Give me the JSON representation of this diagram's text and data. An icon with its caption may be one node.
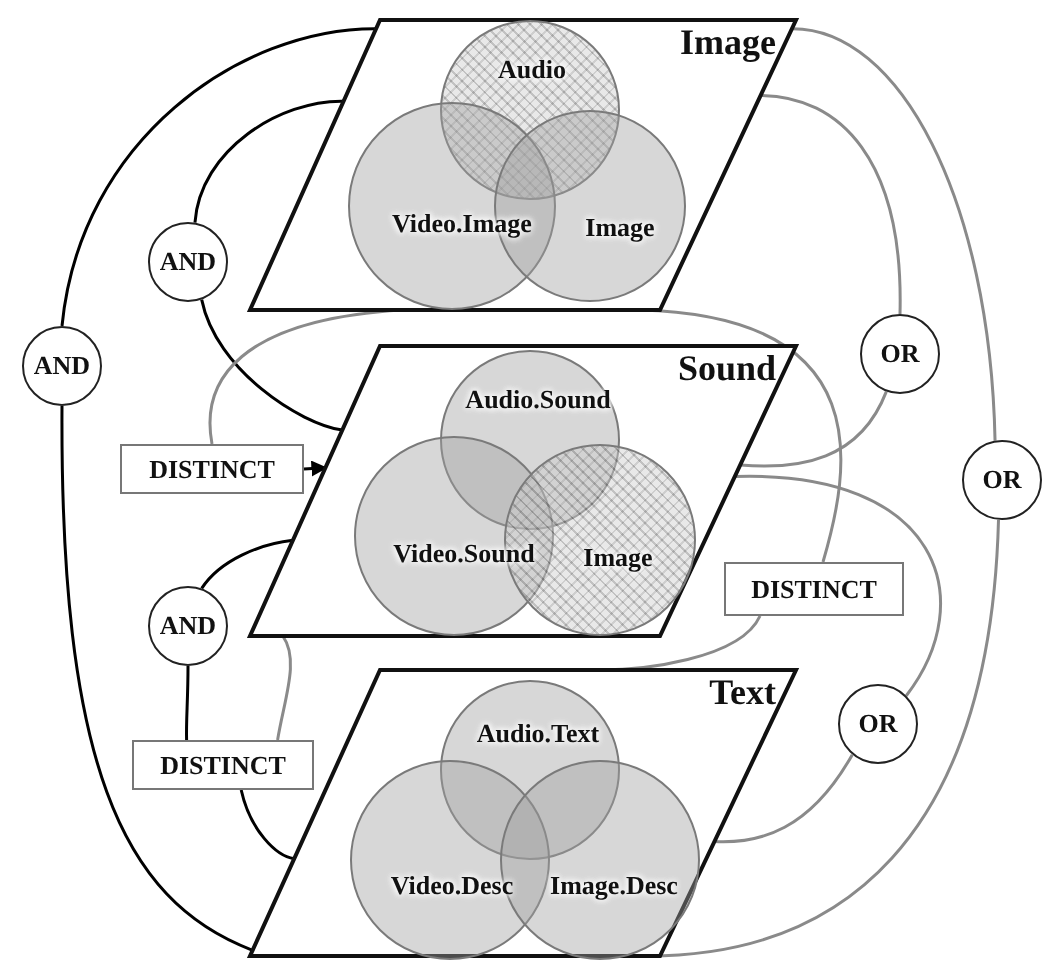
{
  "diagram": {
    "nodes": [
      {
        "text": [
          "Image"
        ]
      },
      {
        "text": [
          "Audio"
        ],
        "in": 0
      },
      {
        "text": [
          "Video.Image"
        ],
        "in": 0
      },
      {
        "text": [
          "Image"
        ],
        "in": 0
      },
      {
        "text": [
          "Sound"
        ]
      },
      {
        "text": [
          "Audio.Sound"
        ],
        "in": 4
      },
      {
        "text": [
          "Video.Sound"
        ],
        "in": 4
      },
      {
        "text": [
          "Image"
        ],
        "in": 4
      },
      {
        "text": [
          "Text"
        ]
      },
      {
        "text": [
          "Audio.Text"
        ],
        "in": 8
      },
      {
        "text": [
          "Video.Desc"
        ],
        "in": 8
      },
      {
        "text": [
          "Image.Desc"
        ],
        "in": 8
      },
      {
        "text": [
          "AND"
        ]
      },
      {
        "text": [
          "OR"
        ]
      },
      {
        "text": [
          "AND"
        ]
      },
      {
        "text": [
          "DISTINCT"
        ]
      },
      {
        "text": [
          "OR"
        ]
      },
      {
        "text": [
          "DISTINCT"
        ]
      },
      {
        "text": [
          "AND"
        ]
      },
      {
        "text": [
          "OR"
        ]
      },
      {
        "text": [
          "DISTINCT"
        ]
      }
    ],
    "edges": [
      {
        "from": 14,
        "to": 0,
        "arrow": "none",
        "color": "#000000"
      },
      {
        "from": 14,
        "to": 8,
        "arrow": "none",
        "color": "#000000"
      },
      {
        "from": 12,
        "to": 0,
        "arrow": "none",
        "color": "#000000"
      },
      {
        "from": 12,
        "to": 4,
        "arrow": "none",
        "color": "#000000"
      },
      {
        "from": 15,
        "to": 4,
        "arrow": "to",
        "color": "#000000"
      },
      {
        "from": 0,
        "to": 15,
        "arrow": "none"
      },
      {
        "from": 13,
        "to": 0,
        "arrow": "none"
      },
      {
        "from": 13,
        "to": 4,
        "arrow": "none"
      },
      {
        "from": 16,
        "to": 0,
        "arrow": "none"
      },
      {
        "from": 16,
        "to": 8,
        "arrow": "none"
      },
      {
        "from": 0,
        "to": 17,
        "arrow": "none"
      },
      {
        "from": 17,
        "to": 8,
        "arrow": "none"
      },
      {
        "from": 18,
        "to": 4,
        "arrow": "none",
        "color": "#000000"
      },
      {
        "from": 18,
        "to": 20,
        "arrow": "none",
        "color": "#000000"
      },
      {
        "from": 4,
        "to": 20,
        "arrow": "none"
      },
      {
        "from": 20,
        "to": 8,
        "arrow": "none",
        "color": "#000000"
      },
      {
        "from": 19,
        "to": 4,
        "arrow": "none"
      },
      {
        "from": 19,
        "to": 8,
        "arrow": "none"
      }
    ]
  }
}
